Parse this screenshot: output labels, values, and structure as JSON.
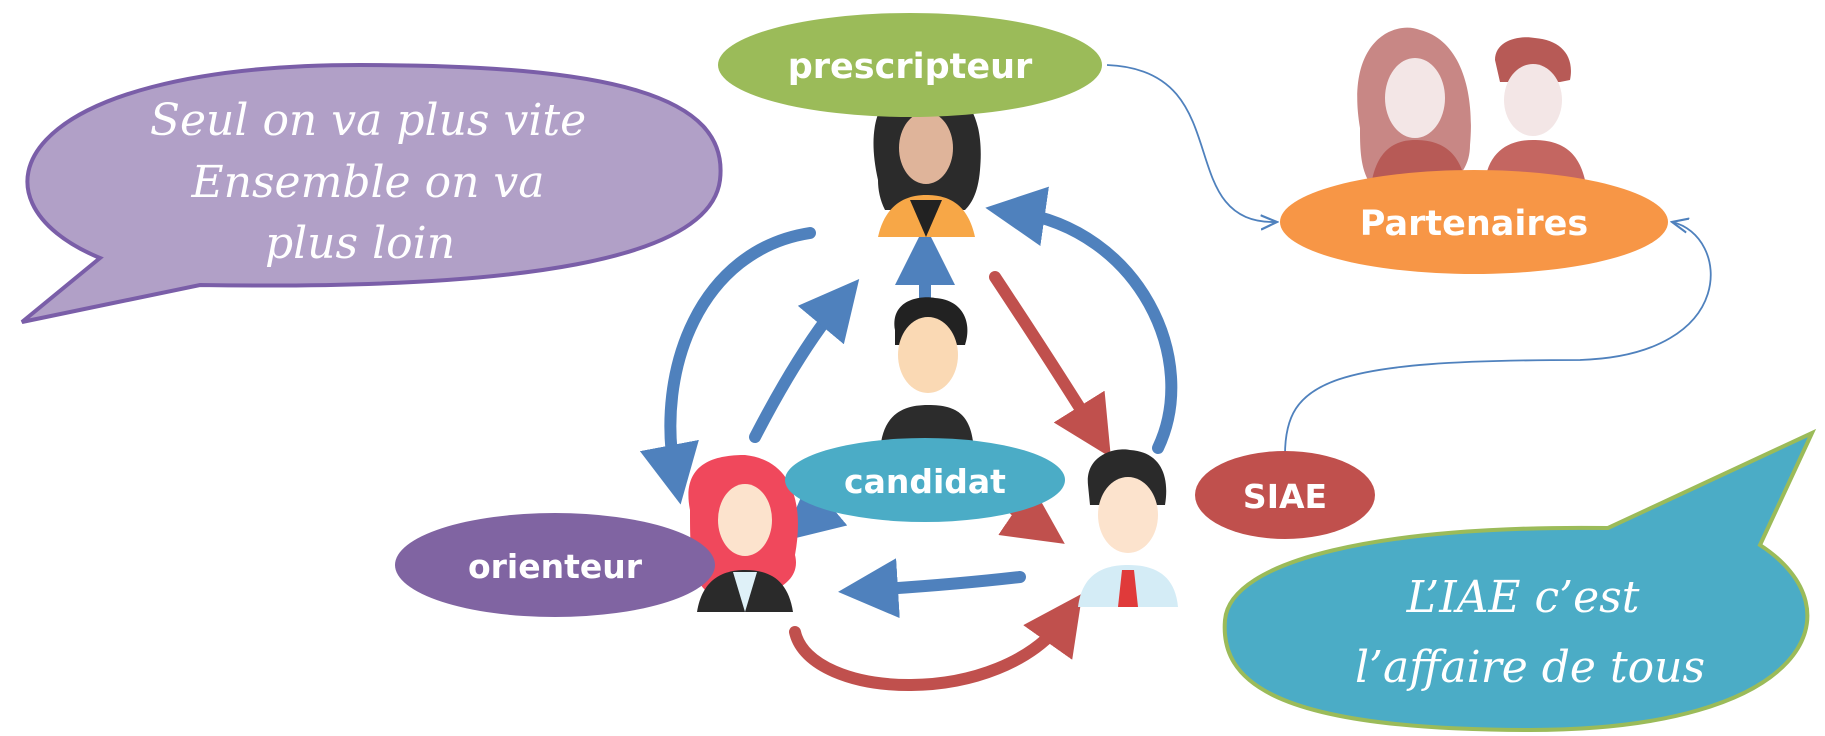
{
  "nodes": {
    "prescripteur": "prescripteur",
    "partenaires": "Partenaires",
    "candidat": "candidat",
    "orienteur": "orienteur",
    "siae": "SIAE"
  },
  "bubbles": {
    "left": [
      "Seul on va plus vite",
      "Ensemble on va",
      "plus loin"
    ],
    "right": [
      "L’IAE c’est",
      "l’affaire de tous"
    ]
  },
  "colors": {
    "prescripteur": "#9bbb59",
    "partenaires": "#f79646",
    "candidat": "#4bacc6",
    "orienteur": "#8064a2",
    "siae": "#c0504d",
    "left_bubble": "#b1a0c7",
    "right_bubble": "#4bacc6",
    "arrow_blue": "#4f81bd",
    "arrow_red": "#c0504d"
  }
}
